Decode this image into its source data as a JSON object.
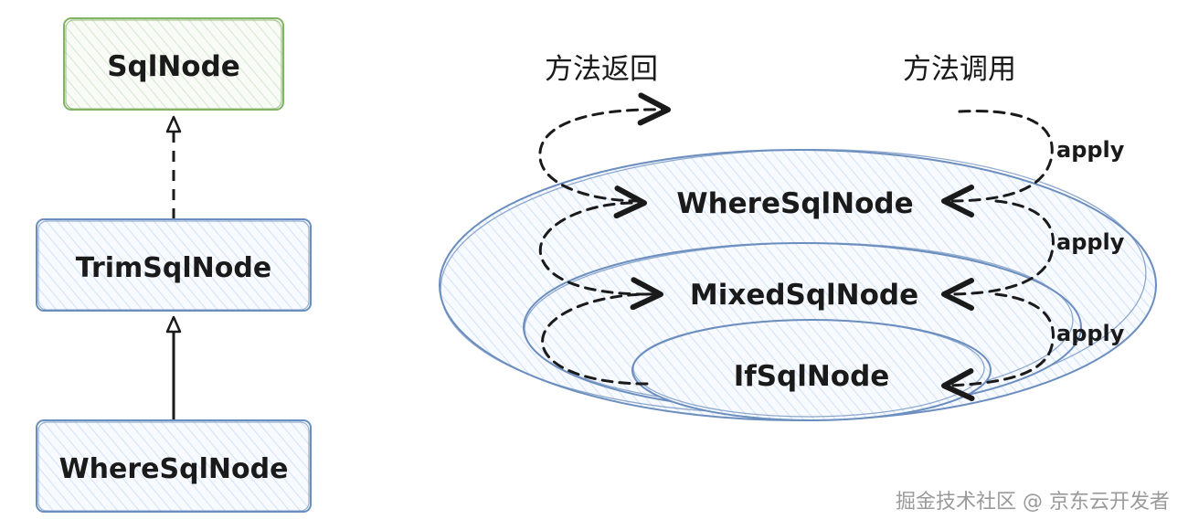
{
  "class_hierarchy": {
    "base": "SqlNode",
    "middle": "TrimSqlNode",
    "derived": "WhereSqlNode"
  },
  "nesting": {
    "outer": "WhereSqlNode",
    "middle": "MixedSqlNode",
    "inner": "IfSqlNode"
  },
  "captions": {
    "method_return": "方法返回",
    "method_call": "方法调用"
  },
  "apply_labels": [
    "apply",
    "apply",
    "apply"
  ],
  "watermark": "掘金技术社区 @ 京东云开发者",
  "colors": {
    "blue_stroke": "#6c8ebf",
    "blue_fill": "#dae8fc",
    "green_stroke": "#82b366",
    "green_fill": "#d5e8d4",
    "ink": "#1a1a1a"
  }
}
